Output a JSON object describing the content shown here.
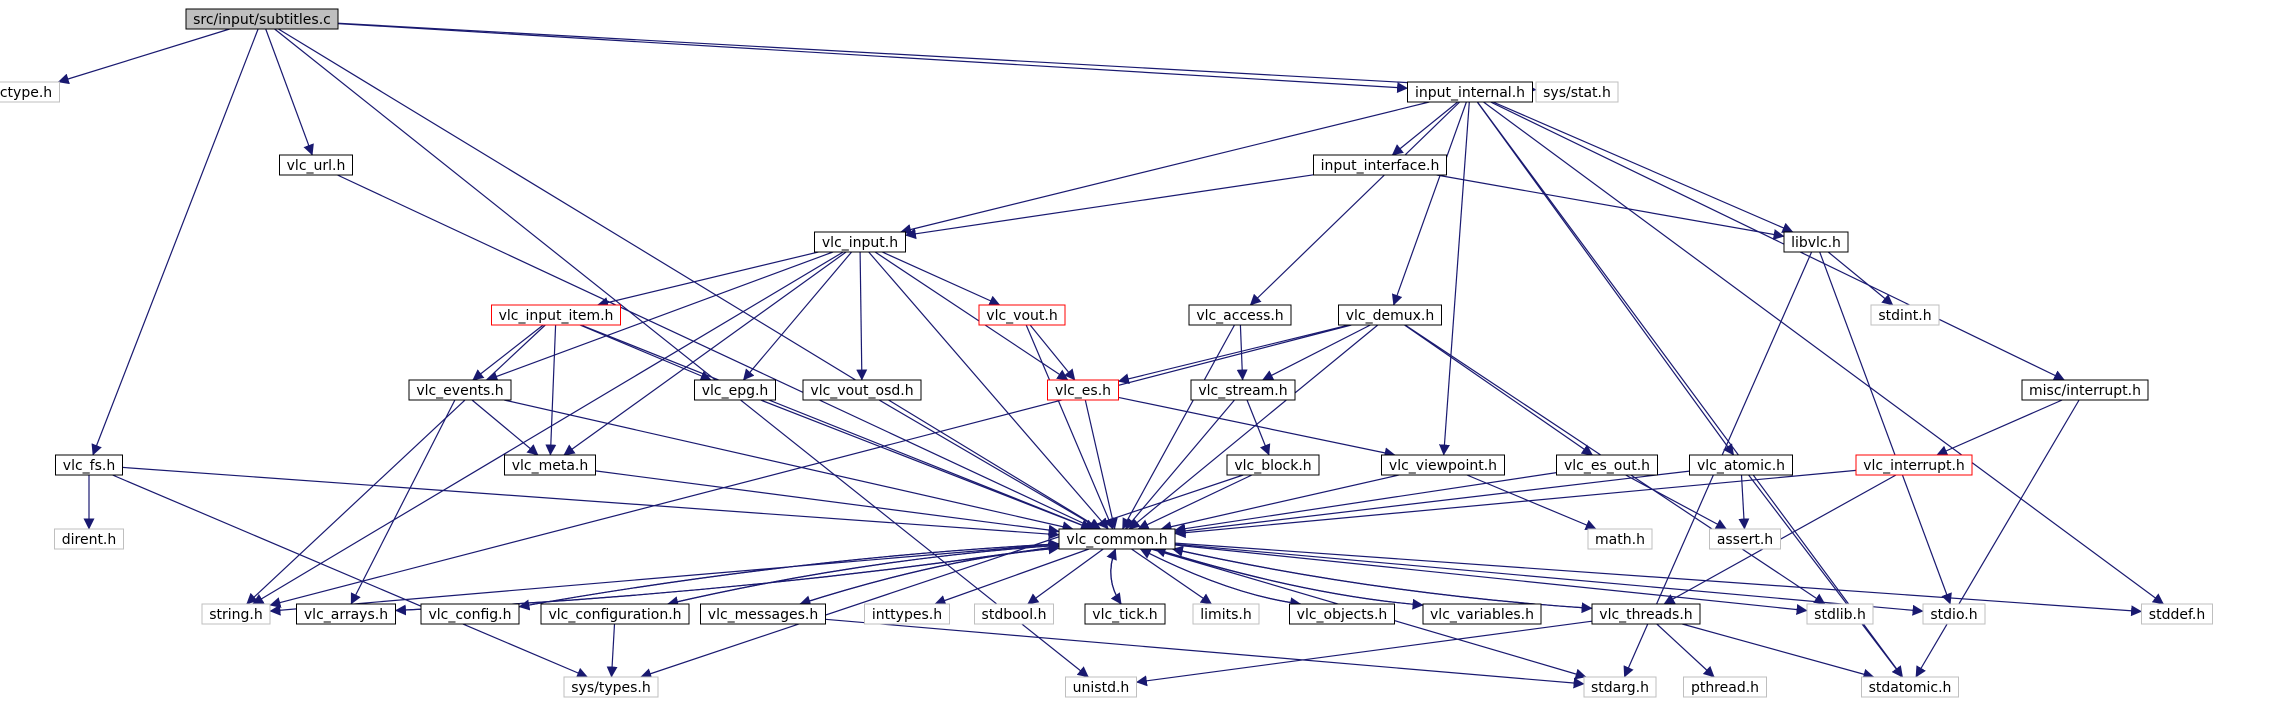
{
  "colors": {
    "edge": "#191970",
    "box_normal": "#000000",
    "box_missing": "#bfbfbf",
    "box_incomplete": "#ff0000",
    "box_root_fill": "#bfbfbf",
    "text": "#000000"
  },
  "nodes": [
    {
      "id": "root",
      "label": "src/input/subtitles.c",
      "style": "root"
    },
    {
      "id": "ctype",
      "label": "ctype.h",
      "style": "missing"
    },
    {
      "id": "input_internal",
      "label": "input_internal.h",
      "style": "normal"
    },
    {
      "id": "sys_stat",
      "label": "sys/stat.h",
      "style": "missing"
    },
    {
      "id": "vlc_url",
      "label": "vlc_url.h",
      "style": "normal"
    },
    {
      "id": "input_interface",
      "label": "input_interface.h",
      "style": "normal"
    },
    {
      "id": "vlc_input",
      "label": "vlc_input.h",
      "style": "normal"
    },
    {
      "id": "libvlc",
      "label": "libvlc.h",
      "style": "normal"
    },
    {
      "id": "vlc_input_item",
      "label": "vlc_input_item.h",
      "style": "incomplete"
    },
    {
      "id": "vlc_vout",
      "label": "vlc_vout.h",
      "style": "incomplete"
    },
    {
      "id": "vlc_access",
      "label": "vlc_access.h",
      "style": "normal"
    },
    {
      "id": "vlc_demux",
      "label": "vlc_demux.h",
      "style": "normal"
    },
    {
      "id": "stdint",
      "label": "stdint.h",
      "style": "missing"
    },
    {
      "id": "vlc_events",
      "label": "vlc_events.h",
      "style": "normal"
    },
    {
      "id": "vlc_epg",
      "label": "vlc_epg.h",
      "style": "normal"
    },
    {
      "id": "vlc_vout_osd",
      "label": "vlc_vout_osd.h",
      "style": "normal"
    },
    {
      "id": "vlc_es",
      "label": "vlc_es.h",
      "style": "incomplete"
    },
    {
      "id": "vlc_stream",
      "label": "vlc_stream.h",
      "style": "normal"
    },
    {
      "id": "misc_interrupt",
      "label": "misc/interrupt.h",
      "style": "normal"
    },
    {
      "id": "vlc_fs",
      "label": "vlc_fs.h",
      "style": "normal"
    },
    {
      "id": "vlc_meta",
      "label": "vlc_meta.h",
      "style": "normal"
    },
    {
      "id": "vlc_block",
      "label": "vlc_block.h",
      "style": "normal"
    },
    {
      "id": "vlc_viewpoint",
      "label": "vlc_viewpoint.h",
      "style": "normal"
    },
    {
      "id": "vlc_es_out",
      "label": "vlc_es_out.h",
      "style": "normal"
    },
    {
      "id": "vlc_atomic",
      "label": "vlc_atomic.h",
      "style": "normal"
    },
    {
      "id": "vlc_interrupt",
      "label": "vlc_interrupt.h",
      "style": "incomplete"
    },
    {
      "id": "dirent",
      "label": "dirent.h",
      "style": "missing"
    },
    {
      "id": "vlc_common",
      "label": "vlc_common.h",
      "style": "normal"
    },
    {
      "id": "math",
      "label": "math.h",
      "style": "missing"
    },
    {
      "id": "assert",
      "label": "assert.h",
      "style": "missing"
    },
    {
      "id": "string",
      "label": "string.h",
      "style": "missing"
    },
    {
      "id": "vlc_arrays",
      "label": "vlc_arrays.h",
      "style": "normal"
    },
    {
      "id": "vlc_config",
      "label": "vlc_config.h",
      "style": "normal"
    },
    {
      "id": "vlc_configuration",
      "label": "vlc_configuration.h",
      "style": "normal"
    },
    {
      "id": "vlc_messages",
      "label": "vlc_messages.h",
      "style": "normal"
    },
    {
      "id": "inttypes",
      "label": "inttypes.h",
      "style": "missing"
    },
    {
      "id": "stdbool",
      "label": "stdbool.h",
      "style": "missing"
    },
    {
      "id": "vlc_tick",
      "label": "vlc_tick.h",
      "style": "normal"
    },
    {
      "id": "limits",
      "label": "limits.h",
      "style": "missing"
    },
    {
      "id": "vlc_objects",
      "label": "vlc_objects.h",
      "style": "normal"
    },
    {
      "id": "vlc_variables",
      "label": "vlc_variables.h",
      "style": "normal"
    },
    {
      "id": "vlc_threads",
      "label": "vlc_threads.h",
      "style": "normal"
    },
    {
      "id": "stdlib",
      "label": "stdlib.h",
      "style": "missing"
    },
    {
      "id": "stdio",
      "label": "stdio.h",
      "style": "missing"
    },
    {
      "id": "stddef",
      "label": "stddef.h",
      "style": "missing"
    },
    {
      "id": "sys_types",
      "label": "sys/types.h",
      "style": "missing"
    },
    {
      "id": "unistd",
      "label": "unistd.h",
      "style": "missing"
    },
    {
      "id": "stdarg",
      "label": "stdarg.h",
      "style": "missing"
    },
    {
      "id": "pthread",
      "label": "pthread.h",
      "style": "missing"
    },
    {
      "id": "stdatomic",
      "label": "stdatomic.h",
      "style": "missing"
    }
  ],
  "edges": [
    [
      "root",
      "ctype"
    ],
    [
      "root",
      "input_internal"
    ],
    [
      "root",
      "sys_stat"
    ],
    [
      "root",
      "vlc_url"
    ],
    [
      "root",
      "vlc_fs"
    ],
    [
      "root",
      "vlc_common"
    ],
    [
      "root",
      "unistd"
    ],
    [
      "input_internal",
      "input_interface"
    ],
    [
      "input_internal",
      "vlc_input"
    ],
    [
      "input_internal",
      "libvlc"
    ],
    [
      "input_internal",
      "vlc_access"
    ],
    [
      "input_internal",
      "vlc_demux"
    ],
    [
      "input_internal",
      "vlc_viewpoint"
    ],
    [
      "input_internal",
      "vlc_atomic"
    ],
    [
      "input_internal",
      "misc_interrupt"
    ],
    [
      "input_internal",
      "stddef"
    ],
    [
      "input_internal",
      "stdatomic"
    ],
    [
      "vlc_url",
      "vlc_common"
    ],
    [
      "input_interface",
      "vlc_input"
    ],
    [
      "input_interface",
      "libvlc"
    ],
    [
      "vlc_input",
      "vlc_input_item"
    ],
    [
      "vlc_input",
      "vlc_vout"
    ],
    [
      "vlc_input",
      "vlc_events"
    ],
    [
      "vlc_input",
      "vlc_epg"
    ],
    [
      "vlc_input",
      "vlc_vout_osd"
    ],
    [
      "vlc_input",
      "vlc_es"
    ],
    [
      "vlc_input",
      "vlc_meta"
    ],
    [
      "vlc_input",
      "vlc_common"
    ],
    [
      "vlc_input",
      "string"
    ],
    [
      "libvlc",
      "stdint"
    ],
    [
      "libvlc",
      "stdio"
    ],
    [
      "libvlc",
      "stdarg"
    ],
    [
      "vlc_input_item",
      "vlc_events"
    ],
    [
      "vlc_input_item",
      "vlc_epg"
    ],
    [
      "vlc_input_item",
      "vlc_meta"
    ],
    [
      "vlc_input_item",
      "vlc_common"
    ],
    [
      "vlc_input_item",
      "string"
    ],
    [
      "vlc_vout",
      "vlc_es"
    ],
    [
      "vlc_vout",
      "vlc_common"
    ],
    [
      "vlc_access",
      "vlc_stream"
    ],
    [
      "vlc_access",
      "vlc_common"
    ],
    [
      "vlc_demux",
      "vlc_es"
    ],
    [
      "vlc_demux",
      "vlc_stream"
    ],
    [
      "vlc_demux",
      "vlc_es_out"
    ],
    [
      "vlc_demux",
      "vlc_common"
    ],
    [
      "vlc_demux",
      "string"
    ],
    [
      "vlc_demux",
      "stdlib"
    ],
    [
      "vlc_events",
      "vlc_meta"
    ],
    [
      "vlc_events",
      "vlc_arrays"
    ],
    [
      "vlc_events",
      "vlc_common"
    ],
    [
      "vlc_epg",
      "vlc_common"
    ],
    [
      "vlc_vout_osd",
      "vlc_common"
    ],
    [
      "vlc_es",
      "vlc_viewpoint"
    ],
    [
      "vlc_es",
      "vlc_common"
    ],
    [
      "vlc_stream",
      "vlc_block"
    ],
    [
      "vlc_stream",
      "vlc_common"
    ],
    [
      "misc_interrupt",
      "vlc_interrupt"
    ],
    [
      "misc_interrupt",
      "stdatomic"
    ],
    [
      "vlc_fs",
      "dirent"
    ],
    [
      "vlc_fs",
      "vlc_common"
    ],
    [
      "vlc_fs",
      "sys_types"
    ],
    [
      "vlc_meta",
      "vlc_common"
    ],
    [
      "vlc_block",
      "vlc_common"
    ],
    [
      "vlc_block",
      "sys_types"
    ],
    [
      "vlc_viewpoint",
      "vlc_common"
    ],
    [
      "vlc_viewpoint",
      "math"
    ],
    [
      "vlc_es_out",
      "vlc_common"
    ],
    [
      "vlc_es_out",
      "assert"
    ],
    [
      "vlc_atomic",
      "vlc_common"
    ],
    [
      "vlc_atomic",
      "assert"
    ],
    [
      "vlc_atomic",
      "stdatomic"
    ],
    [
      "vlc_interrupt",
      "vlc_common"
    ],
    [
      "vlc_interrupt",
      "vlc_threads"
    ],
    [
      "vlc_common",
      "string"
    ],
    [
      "vlc_common",
      "vlc_arrays"
    ],
    [
      "vlc_common",
      "vlc_config"
    ],
    [
      "vlc_common",
      "vlc_configuration"
    ],
    [
      "vlc_common",
      "vlc_messages"
    ],
    [
      "vlc_common",
      "inttypes"
    ],
    [
      "vlc_common",
      "stdbool"
    ],
    [
      "vlc_common",
      "vlc_tick"
    ],
    [
      "vlc_common",
      "limits"
    ],
    [
      "vlc_common",
      "vlc_objects"
    ],
    [
      "vlc_common",
      "vlc_variables"
    ],
    [
      "vlc_common",
      "vlc_threads"
    ],
    [
      "vlc_common",
      "stdlib"
    ],
    [
      "vlc_common",
      "stdio"
    ],
    [
      "vlc_common",
      "stddef"
    ],
    [
      "vlc_common",
      "stdarg"
    ],
    [
      "vlc_arrays",
      "vlc_common"
    ],
    [
      "vlc_config",
      "vlc_common"
    ],
    [
      "vlc_configuration",
      "vlc_common"
    ],
    [
      "vlc_configuration",
      "sys_types"
    ],
    [
      "vlc_messages",
      "vlc_common"
    ],
    [
      "vlc_messages",
      "stdarg"
    ],
    [
      "vlc_tick",
      "vlc_common"
    ],
    [
      "vlc_objects",
      "vlc_common"
    ],
    [
      "vlc_variables",
      "vlc_common"
    ],
    [
      "vlc_threads",
      "vlc_common"
    ],
    [
      "vlc_threads",
      "unistd"
    ],
    [
      "vlc_threads",
      "pthread"
    ],
    [
      "vlc_threads",
      "stdatomic"
    ]
  ]
}
